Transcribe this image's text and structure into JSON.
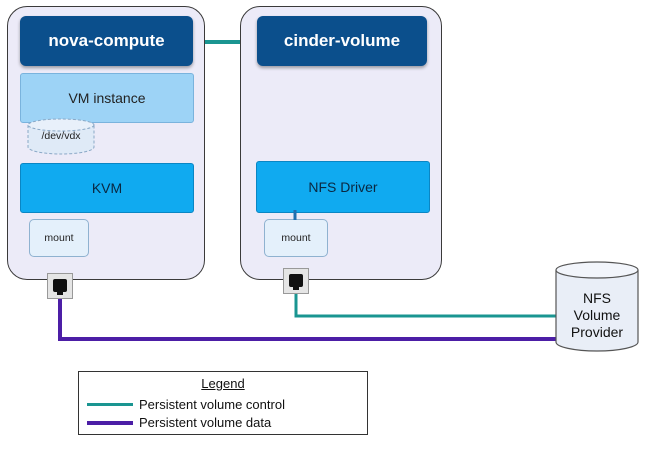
{
  "colors": {
    "control": "#1a9591",
    "data": "#4c1ea6",
    "host_fill": "#ecebf8",
    "dark_blue": "#0b4f8c",
    "vm_fill": "#9dd3f6",
    "kvm_fill": "#10aaf0"
  },
  "compute_host": {
    "title": "nova-compute",
    "vm_label": "VM instance",
    "device_label": "/dev/vdx",
    "hypervisor_label": "KVM",
    "mount_label": "mount"
  },
  "volume_host": {
    "title": "cinder-volume",
    "driver_label": "NFS Driver",
    "mount_label": "mount"
  },
  "storage": {
    "line1": "NFS",
    "line2": "Volume",
    "line3": "Provider"
  },
  "legend": {
    "title": "Legend",
    "control_label": "Persistent volume control",
    "data_label": "Persistent volume data"
  }
}
